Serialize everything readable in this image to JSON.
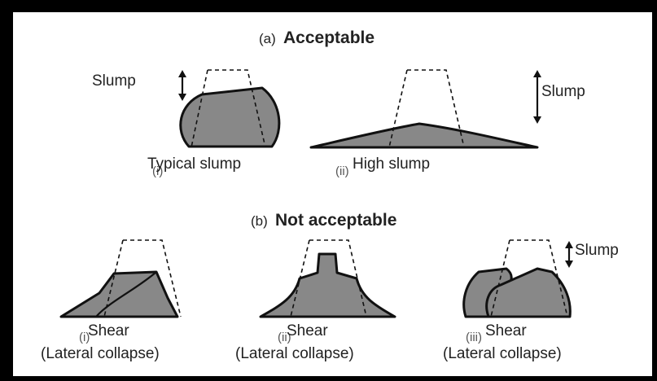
{
  "section_a": {
    "prefix": "(a)",
    "title": "Acceptable"
  },
  "section_b": {
    "prefix": "(b)",
    "title": "Not acceptable"
  },
  "slump_label": "Slump",
  "acceptable": [
    {
      "numeral": "(i)",
      "caption": "Typical slump"
    },
    {
      "numeral": "(ii)",
      "caption": "High slump"
    }
  ],
  "not_acceptable": [
    {
      "numeral": "(i)",
      "caption": "Shear",
      "sub": "(Lateral collapse)"
    },
    {
      "numeral": "(ii)",
      "caption": "Shear",
      "sub": "(Lateral collapse)"
    },
    {
      "numeral": "(iii)",
      "caption": "Shear",
      "sub": "(Lateral collapse)"
    }
  ]
}
